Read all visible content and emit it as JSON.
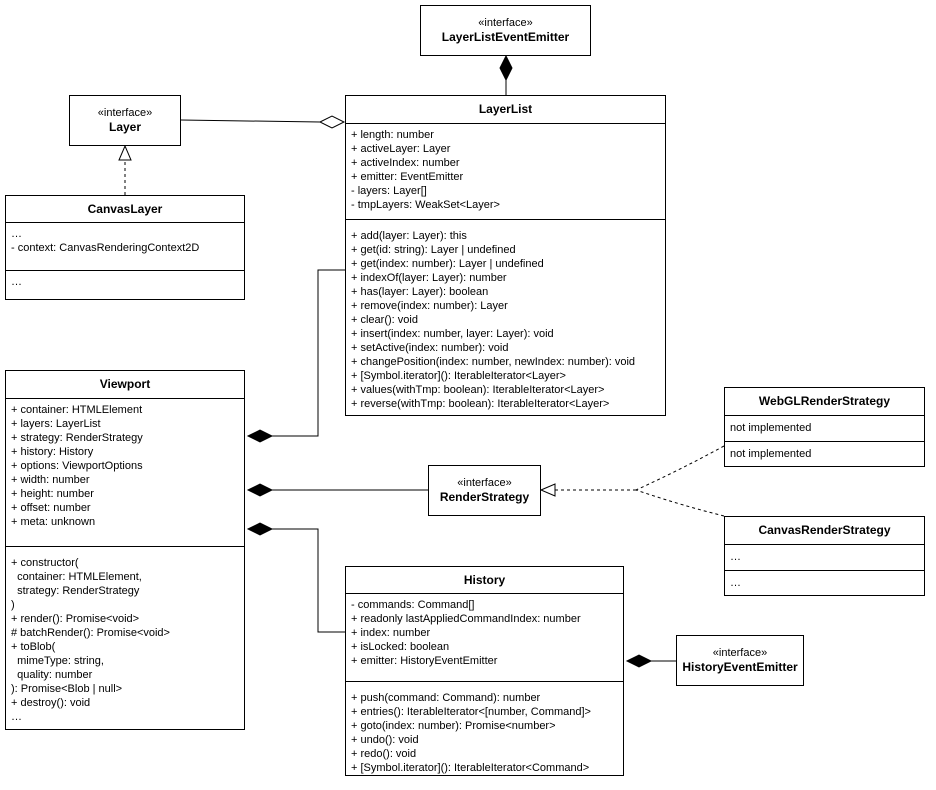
{
  "classes": {
    "emitter": {
      "stereotype": "«interface»",
      "name": "LayerListEventEmitter"
    },
    "layer": {
      "stereotype": "«interface»",
      "name": "Layer"
    },
    "canvasLayer": {
      "name": "CanvasLayer",
      "attributes": [
        "…",
        "- context: CanvasRenderingContext2D"
      ],
      "methods": [
        "…"
      ]
    },
    "layerList": {
      "name": "LayerList",
      "attributes": [
        "+ length: number",
        "+ activeLayer: Layer",
        "+ activeIndex: number",
        "+ emitter: EventEmitter",
        "- layers: Layer[]",
        "- tmpLayers: WeakSet<Layer>"
      ],
      "methods": [
        "+ add(layer: Layer): this",
        "+ get(id: string): Layer | undefined",
        "+ get(index: number): Layer | undefined",
        "+ indexOf(layer: Layer): number",
        "+ has(layer: Layer): boolean",
        "+ remove(index: number): Layer",
        "+ clear(): void",
        "+ insert(index: number, layer: Layer): void",
        "+ setActive(index: number): void",
        "+ changePosition(index: number, newIndex: number): void",
        "+ [Symbol.iterator](): IterableIterator<Layer>",
        "+ values(withTmp: boolean): IterableIterator<Layer>",
        "+ reverse(withTmp: boolean): IterableIterator<Layer>"
      ]
    },
    "viewport": {
      "name": "Viewport",
      "attributes": [
        "+ container: HTMLElement",
        "+ layers: LayerList",
        "+ strategy: RenderStrategy",
        "+ history: History",
        "+ options: ViewportOptions",
        "+ width: number",
        "+ height: number",
        "+ offset: number",
        "+ meta: unknown"
      ],
      "methods": [
        "+ constructor(",
        "  container: HTMLElement,",
        "  strategy: RenderStrategy",
        ")",
        "+ render(): Promise<void>",
        "# batchRender(): Promise<void>",
        "+ toBlob(",
        "  mimeType: string,",
        "  quality: number",
        "): Promise<Blob | null>",
        "+ destroy(): void",
        "…"
      ]
    },
    "renderStrategy": {
      "stereotype": "«interface»",
      "name": "RenderStrategy"
    },
    "webgl": {
      "name": "WebGLRenderStrategy",
      "attributes": [
        "not implemented"
      ],
      "methods": [
        "not implemented"
      ]
    },
    "canvasStrategy": {
      "name": "CanvasRenderStrategy",
      "attributes": [
        "…"
      ],
      "methods": [
        "…"
      ]
    },
    "history": {
      "name": "History",
      "attributes": [
        "- commands: Command[]",
        "+ readonly lastAppliedCommandIndex: number",
        "+ index: number",
        "+ isLocked: boolean",
        "+ emitter: HistoryEventEmitter"
      ],
      "methods": [
        "+ push(command: Command): number",
        "+ entries(): IterableIterator<[number, Command]>",
        "+ goto(index: number): Promise<number>",
        "+ undo(): void",
        "+ redo(): void",
        "+ [Symbol.iterator](): IterableIterator<Command>"
      ]
    },
    "historyEmitter": {
      "stereotype": "«interface»",
      "name": "HistoryEventEmitter"
    }
  },
  "relations": [
    {
      "from": "layerList",
      "to": "emitter",
      "kind": "composition"
    },
    {
      "from": "layer",
      "to": "layerList",
      "kind": "aggregation"
    },
    {
      "from": "canvasLayer",
      "to": "layer",
      "kind": "realization"
    },
    {
      "from": "viewport",
      "to": "layerList",
      "kind": "composition"
    },
    {
      "from": "viewport",
      "to": "renderStrategy",
      "kind": "composition"
    },
    {
      "from": "viewport",
      "to": "history",
      "kind": "composition"
    },
    {
      "from": "webgl",
      "to": "renderStrategy",
      "kind": "realization"
    },
    {
      "from": "canvasStrategy",
      "to": "renderStrategy",
      "kind": "realization"
    },
    {
      "from": "historyEmitter",
      "to": "history",
      "kind": "composition"
    }
  ]
}
